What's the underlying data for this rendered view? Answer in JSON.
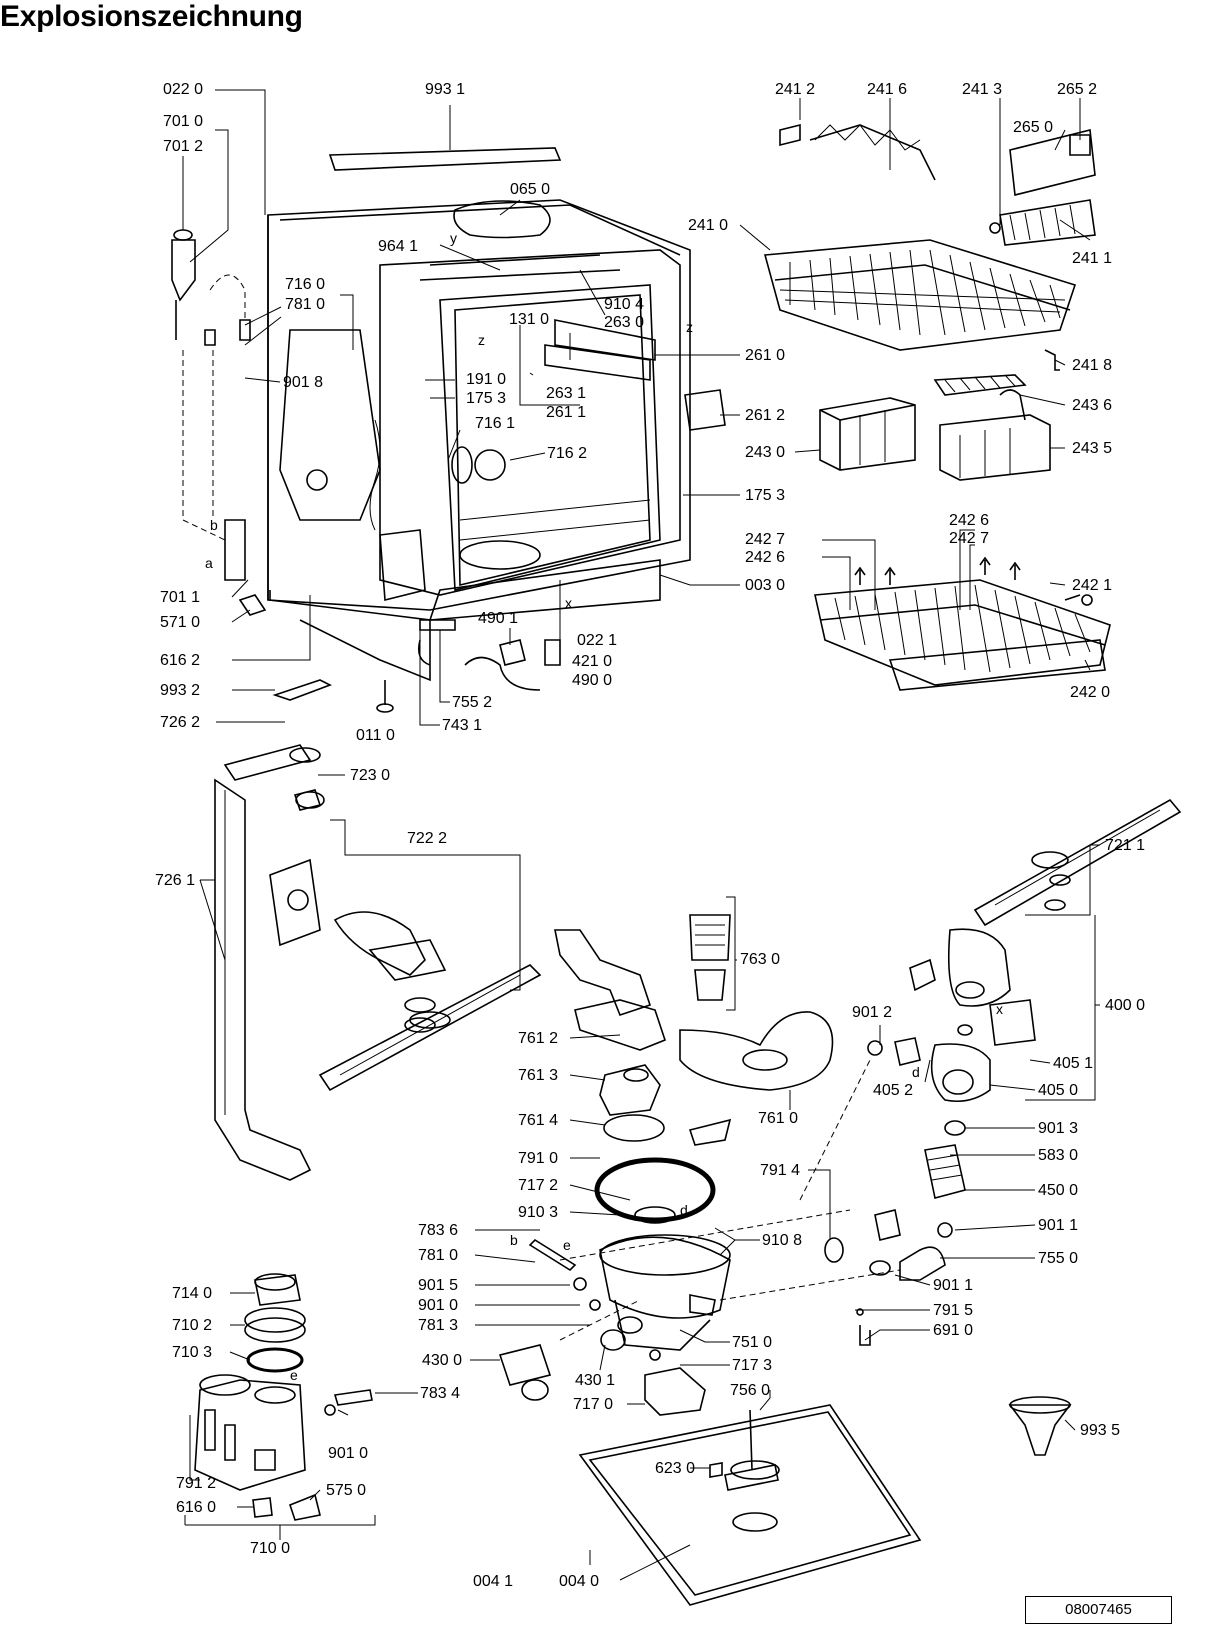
{
  "title": "Explosionszeichnung",
  "document_number": "08007465",
  "part_labels": [
    "022 0",
    "993 1",
    "701 0",
    "701 2",
    "065 0",
    "964 1",
    "716 0",
    "781 0",
    "910 4",
    "131 0",
    "263 0",
    "901 8",
    "191 0",
    "175 3",
    "263 1",
    "261 1",
    "716 1",
    "716 2",
    "175 3",
    "261 0",
    "261 2",
    "003 0",
    "701 1",
    "571 0",
    "490 1",
    "022 1",
    "616 2",
    "421 0",
    "490 0",
    "993 2",
    "755 2",
    "726 2",
    "743 1",
    "011 0",
    "723 0",
    "241 2",
    "241 6",
    "241 3",
    "265 2",
    "265 0",
    "241 0",
    "241 1",
    "241 8",
    "243 6",
    "243 0",
    "243 5",
    "242 7",
    "242 6",
    "242 6",
    "242 7",
    "242 1",
    "242 0",
    "722 2",
    "726 1",
    "721 1",
    "763 0",
    "400 0",
    "901 2",
    "761 2",
    "761 3",
    "761 4",
    "761 0",
    "405 1",
    "405 2",
    "405 0",
    "901 3",
    "791 0",
    "791 4",
    "583 0",
    "717 2",
    "450 0",
    "910 3",
    "910 8",
    "901 1",
    "783 6",
    "781 0",
    "755 0",
    "714 0",
    "901 5",
    "901 0",
    "901 1",
    "710 2",
    "781 3",
    "751 0",
    "791 5",
    "691 0",
    "710 3",
    "430 0",
    "430 1",
    "717 3",
    "783 4",
    "717 0",
    "756 0",
    "993 5",
    "901 0",
    "623 0",
    "791 2",
    "575 0",
    "616 0",
    "710 0",
    "004 1",
    "004 0"
  ],
  "markers": [
    "b",
    "a",
    "b",
    "e",
    "e",
    "d",
    "d",
    "x",
    "x",
    "z",
    "z",
    "y"
  ]
}
